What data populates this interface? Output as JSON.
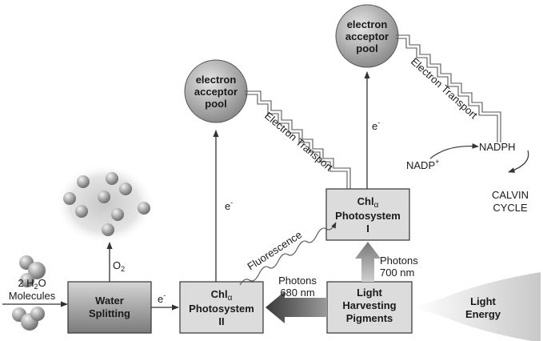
{
  "pools": {
    "left": [
      "electron",
      "acceptor",
      "pool"
    ],
    "right": [
      "electron",
      "acceptor",
      "pool"
    ]
  },
  "boxes": {
    "water_splitting": [
      "Water",
      "Splitting"
    ],
    "ps2": {
      "line1": "Chl",
      "alpha": "α",
      "line2": "Photosystem",
      "line3": "II"
    },
    "ps1": {
      "line1": "Chl",
      "alpha": "α",
      "line2": "Photosystem",
      "line3": "I"
    },
    "light_harvesting": [
      "Light",
      "Harvesting",
      "Pigments"
    ]
  },
  "light_energy": [
    "Light",
    "Energy"
  ],
  "molecules": {
    "line1_pre": "2 H",
    "line1_sub": "2",
    "line1_post": "O",
    "line2": "Molecules"
  },
  "o2": {
    "base": "O",
    "sub": "2"
  },
  "electron": {
    "base": "e",
    "sup": "-"
  },
  "photons_680": [
    "Photons",
    "680 nm"
  ],
  "photons_700": [
    "Photons",
    "700 nm"
  ],
  "fluorescence": "Fluorescence",
  "electron_transport": "Electron Transport",
  "nadp": {
    "base": "NADP",
    "sup": "+"
  },
  "nadph": "NADPH",
  "calvin": [
    "CALVIN",
    "CYCLE"
  ]
}
